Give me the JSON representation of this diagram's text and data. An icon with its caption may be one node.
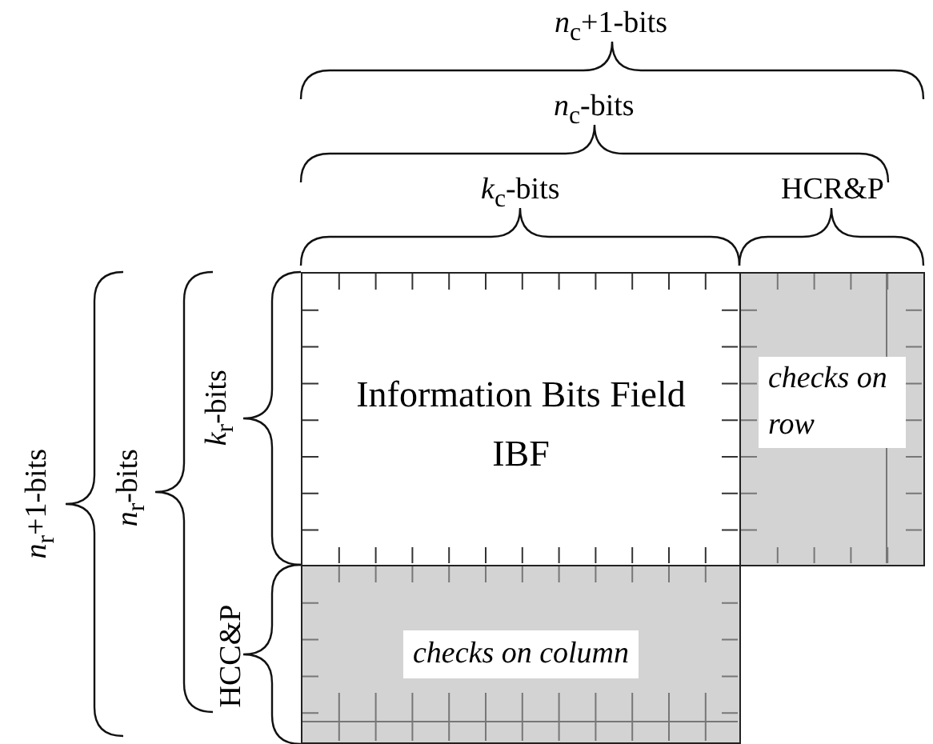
{
  "diagram": {
    "nodes": [
      {
        "text": [
          "Information Bits Field IBF"
        ]
      },
      {
        "text": [
          "checks on row"
        ]
      },
      {
        "text": [
          "checks on column"
        ]
      }
    ],
    "labels": [
      "*n*$_{c}$+1-bits",
      "*n*$_{c}$-bits",
      "*k*$_{c}$-bits",
      "HCR&P",
      "*n*$_{r}$+1-bits",
      "*n*$_{r}$-bits",
      "*k*$_{r}$-bits",
      "HCC&P"
    ]
  }
}
